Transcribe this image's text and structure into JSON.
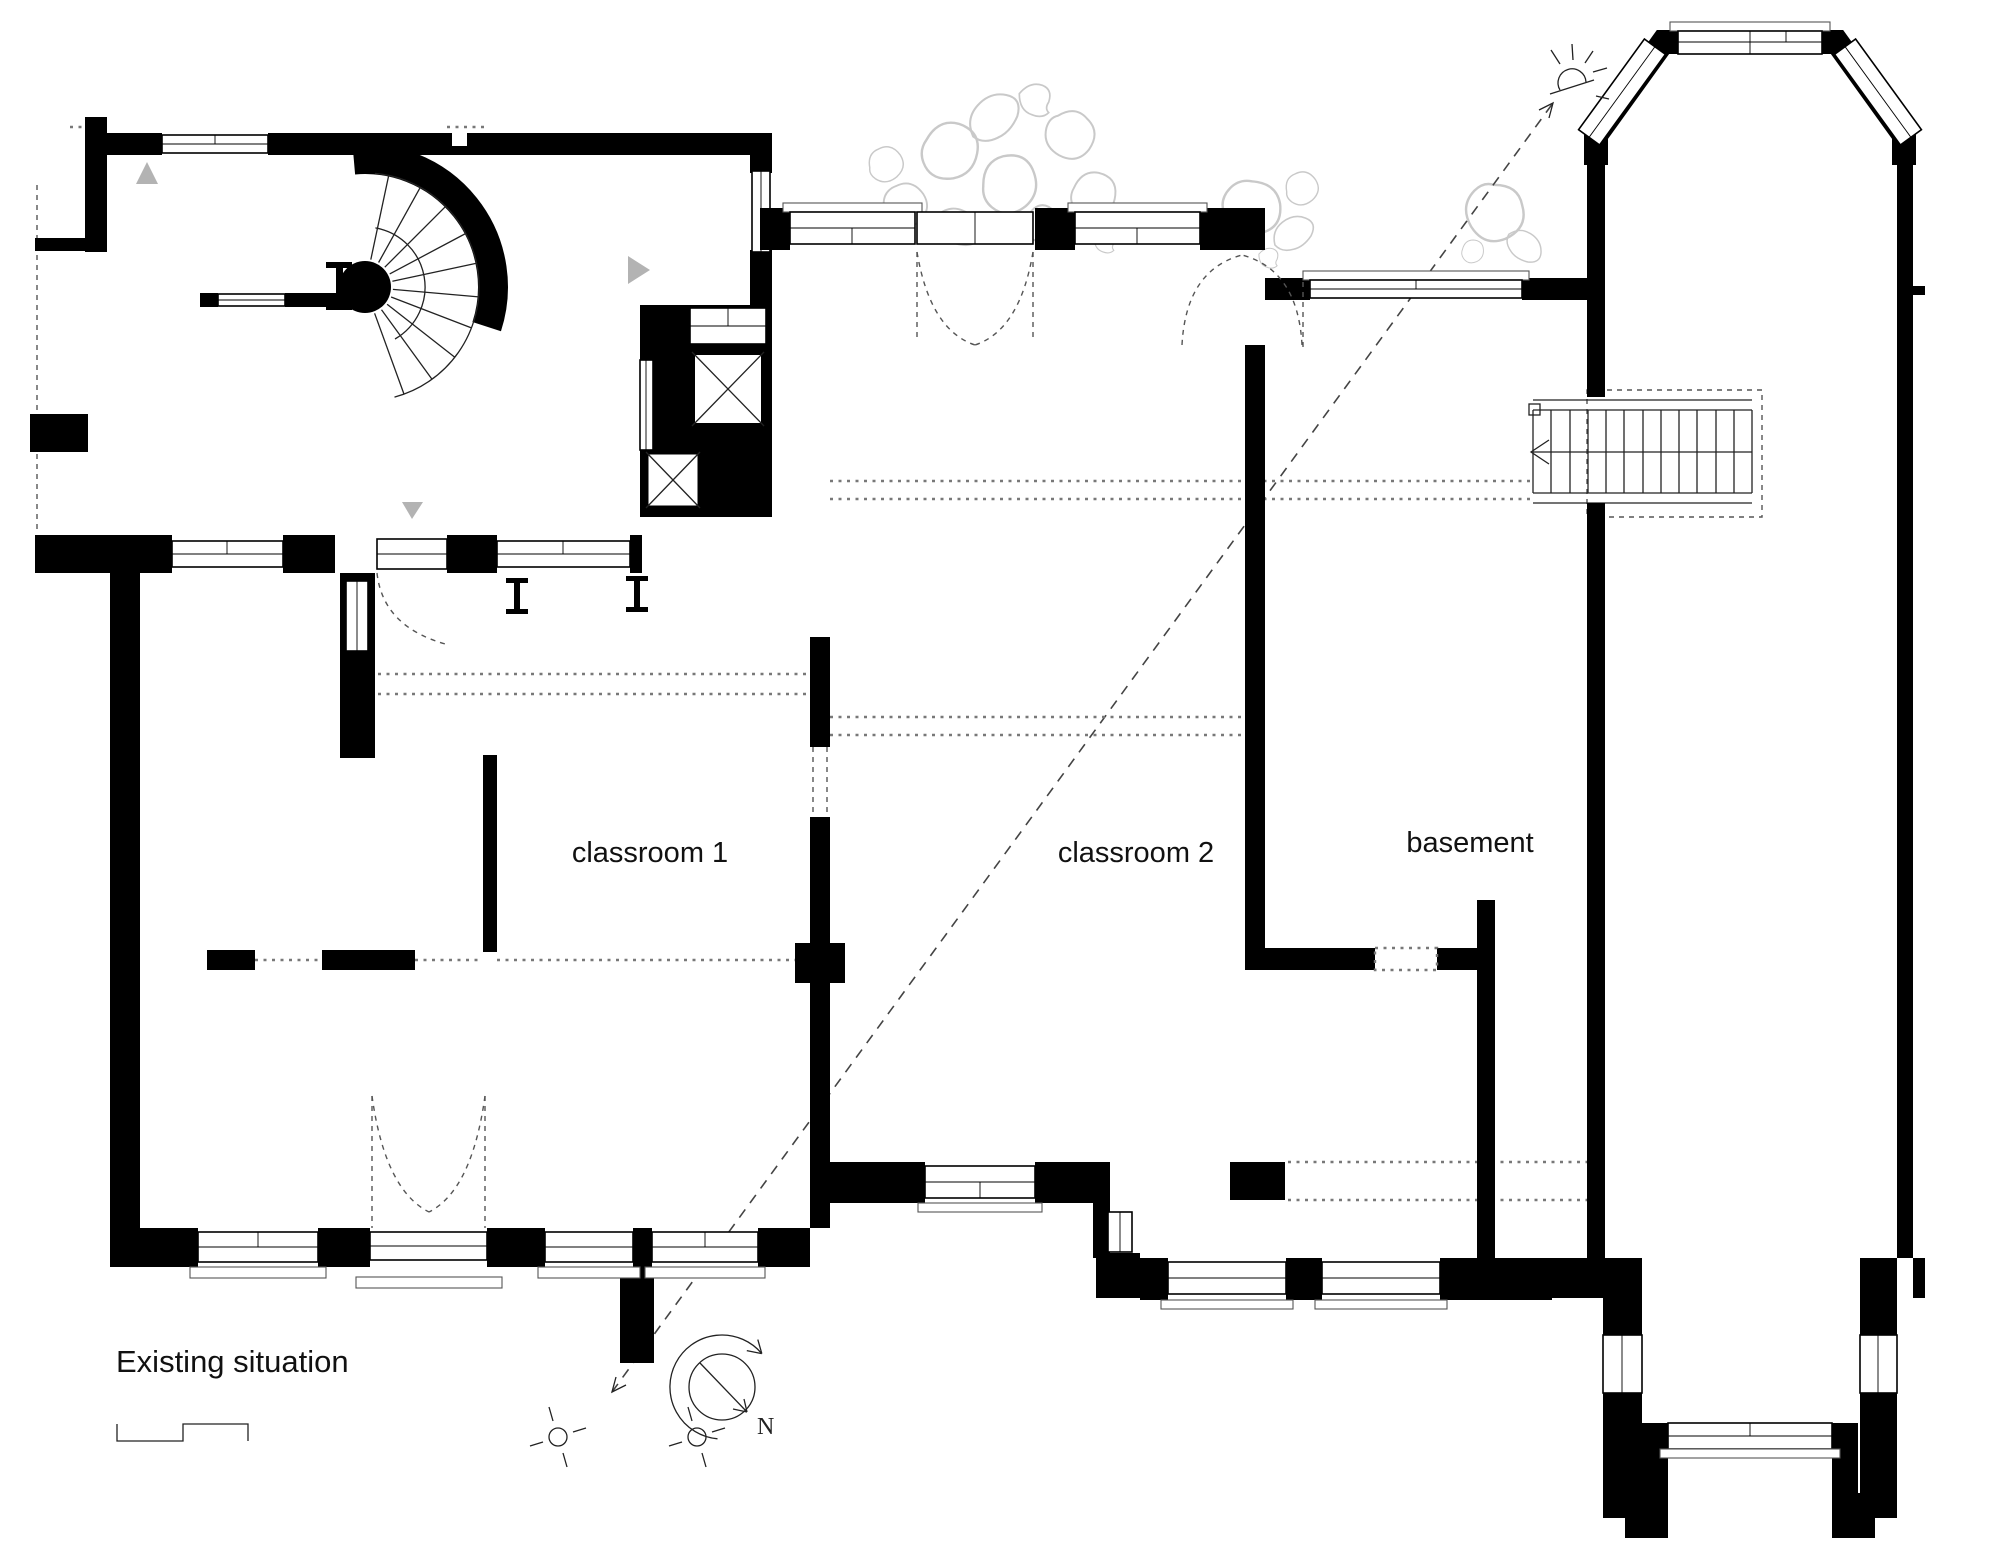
{
  "document": {
    "kind": "architectural floor plan drawing",
    "background_color": "#ffffff",
    "wall_color": "#000000",
    "annotation_gray": "#b3b3b3",
    "vegetation_gray": "#c9c9c9"
  },
  "title": {
    "label": "Existing situation"
  },
  "room_labels": [
    {
      "id": "classroom-1",
      "label": "classroom 1"
    },
    {
      "id": "classroom-2",
      "label": "classroom 2"
    },
    {
      "id": "basement",
      "label": "basement"
    }
  ],
  "compass": {
    "north_label": "N"
  },
  "icons": [
    {
      "name": "north-rotation-arrow",
      "meaning": "plan rotation arrow around compass"
    },
    {
      "name": "compass-needle",
      "meaning": "north direction needle pointing south-east"
    },
    {
      "name": "sun-symbol",
      "meaning": "two small sun glyphs below plan"
    },
    {
      "name": "viewpoint-sun-icon",
      "meaning": "sun/viewpoint marker at end of sight line, top right"
    },
    {
      "name": "section-sight-line",
      "meaning": "dashed diagonal line with arrowheads both ends"
    },
    {
      "name": "entrance-triangle-up",
      "meaning": "gray triangle marker, upper left room"
    },
    {
      "name": "entrance-triangle-down",
      "meaning": "gray triangle marker above middle door"
    },
    {
      "name": "entrance-triangle-right",
      "meaning": "gray triangle marker left of shaft core"
    },
    {
      "name": "scale-bar",
      "meaning": "stepped graphic scale under title"
    },
    {
      "name": "spiral-stair",
      "meaning": "winding stair, upper left"
    },
    {
      "name": "straight-stair",
      "meaning": "stair run into basement, right side"
    },
    {
      "name": "elevator-shaft",
      "meaning": "two crossed shaft boxes, centre core"
    },
    {
      "name": "tree-canopy",
      "meaning": "gray outlined foliage blobs"
    }
  ]
}
